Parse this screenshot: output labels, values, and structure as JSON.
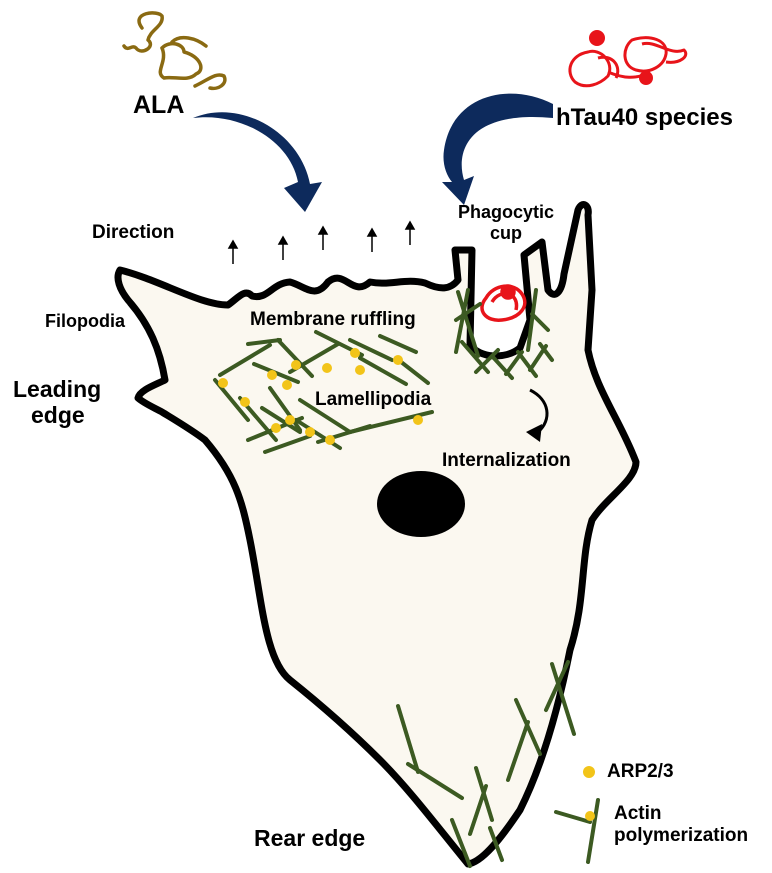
{
  "labels": {
    "ala": "ALA",
    "htau": "hTau40 species",
    "direction": "Direction",
    "phagocytic_cup_line1": "Phagocytic",
    "phagocytic_cup_line2": "cup",
    "filopodia": "Filopodia",
    "membrane_ruffling": "Membrane ruffling",
    "leading_edge_line1": "Leading",
    "leading_edge_line2": "edge",
    "lamellipodia": "Lamellipodia",
    "internalization": "Internalization",
    "rear_edge": "Rear edge"
  },
  "legend": {
    "arp": "ARP2/3",
    "actin_line1": "Actin",
    "actin_line2": "polymerization"
  },
  "colors": {
    "cell_fill": "#fbf8f0",
    "outline": "#000000",
    "actin": "#3c5a22",
    "arp": "#f2c419",
    "ala": "#8a6a12",
    "tau": "#e8141a",
    "arrow": "#0d2a5c"
  }
}
